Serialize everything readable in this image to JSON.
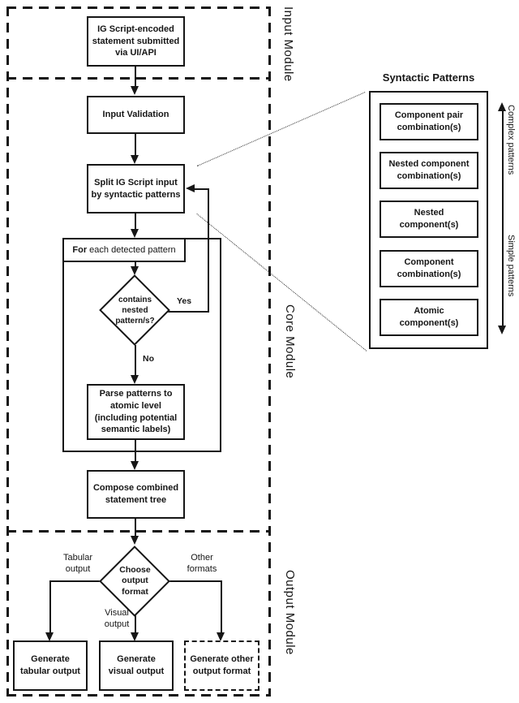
{
  "modules": {
    "input": "Input Module",
    "core": "Core Module",
    "output": "Output Module"
  },
  "nodes": {
    "submit": "IG Script-encoded\nstatement submitted\nvia UI/API",
    "validate": "Input Validation",
    "split": "Split IG Script input\nby syntactic patterns",
    "foreach_prefix": "For",
    "foreach_suffix": " each detected pattern",
    "nested_decision": "contains\nnested\npattern/s?",
    "parse": "Parse patterns to\natomic level\n(including potential\nsemantic labels)",
    "compose": "Compose combined\nstatement tree",
    "format_decision": "Choose\noutput\nformat",
    "generate_tabular": "Generate\ntabular output",
    "generate_visual": "Generate\nvisual output",
    "generate_other": "Generate other\noutput format"
  },
  "branch_labels": {
    "yes": "Yes",
    "no": "No",
    "tabular": "Tabular\noutput",
    "visual": "Visual\noutput",
    "other": "Other\nformats"
  },
  "patterns_panel": {
    "title": "Syntactic Patterns",
    "items": [
      "Component pair\ncombination(s)",
      "Nested component\ncombination(s)",
      "Nested\ncomponent(s)",
      "Component\ncombination(s)",
      "Atomic\ncomponent(s)"
    ],
    "axis_top": "Complex patterns",
    "axis_bottom": "Simple patterns"
  },
  "colors": {
    "line": "#161616",
    "background": "#ffffff"
  }
}
